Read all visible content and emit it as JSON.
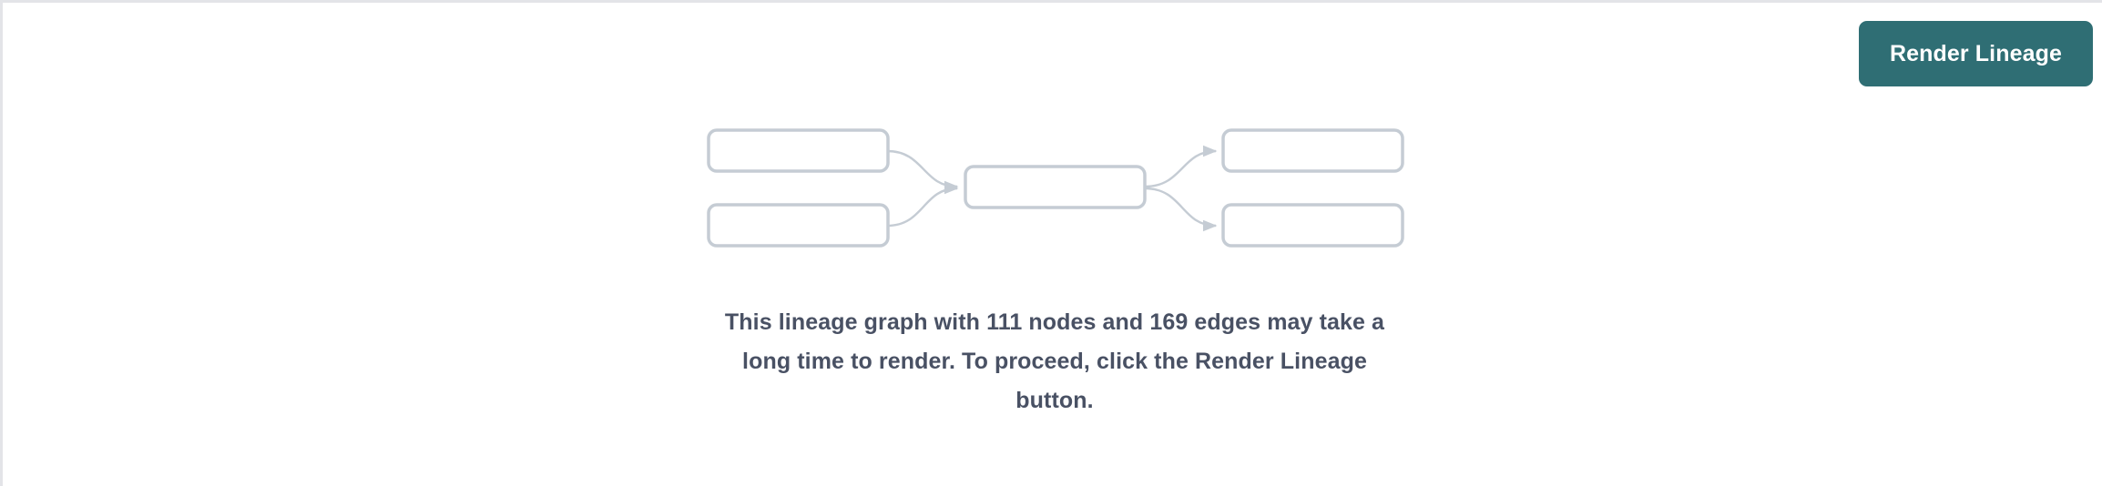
{
  "window": {
    "background_color": "#ffffff",
    "border_color": "#e3e4e8"
  },
  "toolbar": {
    "render_button_label": "Render Lineage",
    "render_button_color": "#2f6e74",
    "render_button_text_color": "#ffffff"
  },
  "placeholder_graph": {
    "node_border_color": "#c5ccd4",
    "node_fill_color": "#ffffff",
    "edge_color": "#c5ccd4",
    "node_count_shown": 5,
    "edge_count_shown": 4,
    "nodes": [
      {
        "id": "upstream-1",
        "column": "upstream",
        "label": ""
      },
      {
        "id": "upstream-2",
        "column": "upstream",
        "label": ""
      },
      {
        "id": "focus",
        "column": "center",
        "label": ""
      },
      {
        "id": "downstream-1",
        "column": "downstream",
        "label": ""
      },
      {
        "id": "downstream-2",
        "column": "downstream",
        "label": ""
      }
    ],
    "edges": [
      {
        "from": "upstream-1",
        "to": "focus"
      },
      {
        "from": "upstream-2",
        "to": "focus"
      },
      {
        "from": "focus",
        "to": "downstream-1"
      },
      {
        "from": "focus",
        "to": "downstream-2"
      }
    ]
  },
  "message": {
    "text": "This lineage graph with 111 nodes and 169 edges may take a long time to render. To proceed, click the Render Lineage button.",
    "node_count": "111",
    "edge_count": "169",
    "text_color": "#495164"
  }
}
